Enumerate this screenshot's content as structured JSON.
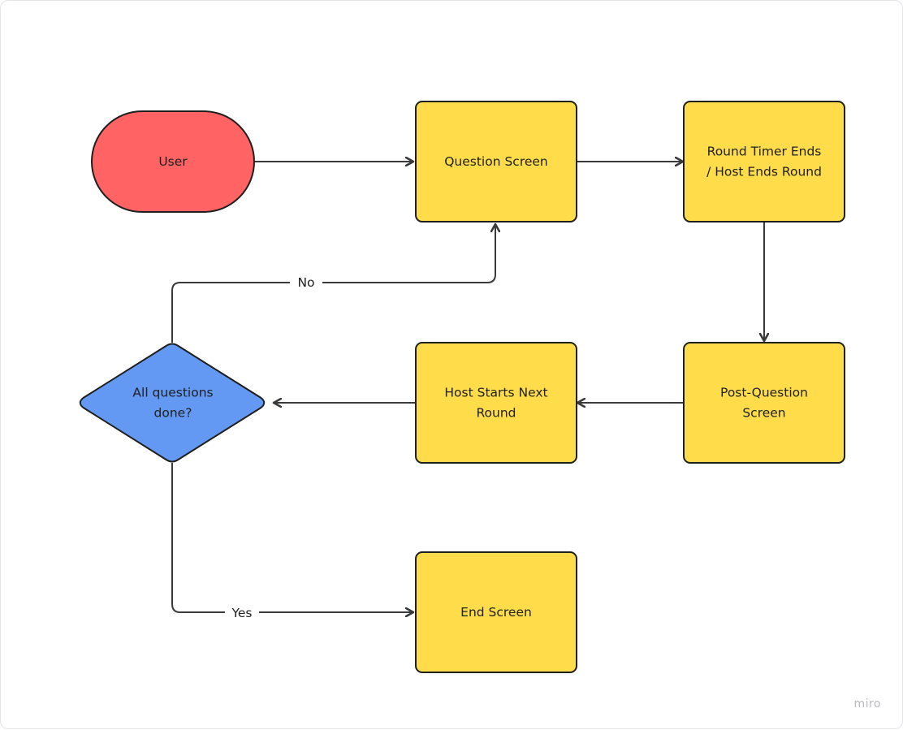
{
  "colors": {
    "terminal_fill": "#ff6363",
    "process_fill": "#ffdc4a",
    "decision_fill": "#6399f2",
    "stroke": "#1f1f1f",
    "connector": "#3a3a3a",
    "watermark": "#b9b9c2"
  },
  "nodes": {
    "user": {
      "lines": [
        "User"
      ]
    },
    "question_screen": {
      "lines": [
        "Question Screen"
      ]
    },
    "round_timer": {
      "lines": [
        "Round Timer Ends",
        "/ Host Ends Round"
      ]
    },
    "post_question": {
      "lines": [
        "Post-Question",
        "Screen"
      ]
    },
    "host_starts": {
      "lines": [
        "Host Starts Next",
        "Round"
      ]
    },
    "all_done": {
      "lines": [
        "All questions",
        "done?"
      ]
    },
    "end_screen": {
      "lines": [
        "End Screen"
      ]
    }
  },
  "edges": {
    "no_label": "No",
    "yes_label": "Yes"
  },
  "watermark": "miro"
}
